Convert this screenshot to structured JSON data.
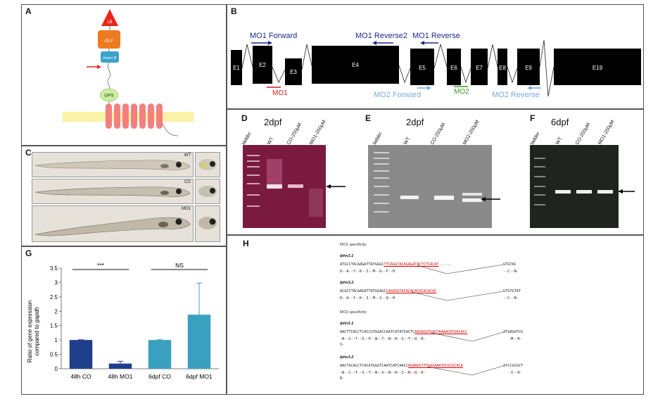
{
  "panels": {
    "A": "A",
    "B": "B",
    "C": "C",
    "D": "D",
    "E": "E",
    "F": "F",
    "G": "G",
    "H": "H"
  },
  "panelA": {
    "domains": {
      "lb": "LB",
      "olf": "OLF",
      "hormr": "Horm R",
      "gps": "GPS"
    },
    "colors": {
      "lb": "#e8241a",
      "olf": "#ee7b22",
      "hormr": "#3aa3c9",
      "gps": "#c8ef9a",
      "tm": "#f28080",
      "membrane": "#faf3a6",
      "arrow": "#e4261c"
    }
  },
  "panelB": {
    "exons": [
      "E1",
      "E2",
      "E3",
      "E4",
      "E5",
      "E6",
      "E7",
      "E8",
      "E9",
      "E19"
    ],
    "primers": {
      "mo1_forward": "MO1 Forward",
      "mo1_reverse2": "MO1 Reverse2",
      "mo1_reverse": "MO1 Reverse",
      "mo2_forward": "MO2 Forward",
      "mo2_reverse": "MO2 Reverse"
    },
    "morpholinos": {
      "mo1": "MO1",
      "mo2": "MO2"
    },
    "colors": {
      "dark_primer": "#1a2a8c",
      "light_primer": "#7aa9dd",
      "mo1": "#d41a1a",
      "mo2": "#3a9a2a"
    }
  },
  "panelC": {
    "labels": [
      "WT",
      "CO",
      "MO1"
    ]
  },
  "panelD": {
    "title": "2dpf",
    "lanes": [
      "ladder",
      "WT",
      "CO-250µM",
      "MO1-250µM"
    ]
  },
  "panelE": {
    "title": "2dpf",
    "lanes": [
      "ladder",
      "WT",
      "CO-250µM",
      "MO2-250µM"
    ]
  },
  "panelF": {
    "title": "6dpf",
    "lanes": [
      "ladder",
      "WT",
      "CO-250µM",
      "MO1-250µM"
    ]
  },
  "panelH": {
    "mo1_title": "MO1 specificity:",
    "mo2_title": "MO2 specificity:",
    "mo1_blocks": [
      {
        "name": "lphn3.1",
        "seq_pre": "ATGCCTACAAGATTATGGGC",
        "seq_red": "TTCAGGTACAGAGATACTCTCACAT",
        "seq_post": "......",
        "seq_end": "GTGTAC",
        "aa": "D--A--Y--K--I--M--G--F--H",
        "aa_end": "--C--N-"
      },
      {
        "name": "lphn3.2",
        "seq_pre": "ACGCCTACAAGATTATGGAGC",
        "seq_red": "CAGAGGTACACACACACACACAC",
        "seq_post": "",
        "seq_end": "GTGTGTAT",
        "aa": "D--A--Y--K--I--M--S--Q--H",
        "aa_end": "--C--N-"
      }
    ],
    "mo2_blocks": [
      {
        "name": "lphn3.1",
        "seq_pre": "AACTTCACCTCACCGTGGACCAATCATATCACTC",
        "seq_red": "AAGAGGTGAGTAAAACATGACACC",
        "seq_post": "",
        "seq_end": "ATGAGATCG",
        "aa": "-N--C--T--S--P--W--T--N--H--I--T--Q--R-",
        "aa_end": "-M--R-",
        "aa2": "S-"
      },
      {
        "name": "lphn3.2",
        "seq_pre": "AACTGCACCTCACATGGGTCAATCATCAACC",
        "seq_red": "AGAAGGTTTGAGAAATGCGCGCACA",
        "seq_post": "",
        "seq_end": "ATCCGCGCT",
        "aa": "-N--C--T--S--T--W--V--N--H--I--N--Q--K-",
        "aa_end": "-I--R-",
        "aa2": "R-"
      }
    ]
  },
  "chart_data": {
    "type": "bar",
    "categories": [
      "48h CO",
      "48h MO1",
      "6dpf CO",
      "6dpf MO1"
    ],
    "values": [
      1.0,
      0.18,
      1.0,
      1.88
    ],
    "errors": [
      0.01,
      0.08,
      0.01,
      1.1
    ],
    "colors": [
      "#1f3f8c",
      "#1f3f8c",
      "#3aa0c0",
      "#3aa0c0"
    ],
    "ylabel_line1": "Ratio of gene expression",
    "ylabel_line2_prefix": "compared to ",
    "ylabel_line2_italic": "gapdh",
    "ylim": [
      0,
      3.5
    ],
    "yticks": [
      0,
      0.5,
      1,
      1.5,
      2,
      2.5,
      3,
      3.5
    ],
    "significance": [
      {
        "from": 0,
        "to": 1,
        "label": "***"
      },
      {
        "from": 2,
        "to": 3,
        "label": "NS"
      }
    ]
  }
}
